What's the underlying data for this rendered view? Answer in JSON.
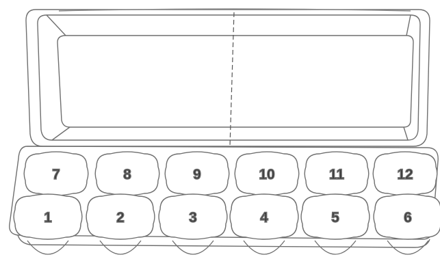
{
  "colors": {
    "stroke": "#6f6f6f",
    "stroke_dark": "#4a4a4a",
    "text": "#333333",
    "fill": "#ffffff"
  },
  "carton": {
    "lid": {
      "fold_line": "dashed"
    },
    "back_row_labels": [
      "7",
      "8",
      "9",
      "10",
      "11",
      "12"
    ],
    "front_row_labels": [
      "1",
      "2",
      "3",
      "4",
      "5",
      "6"
    ]
  }
}
